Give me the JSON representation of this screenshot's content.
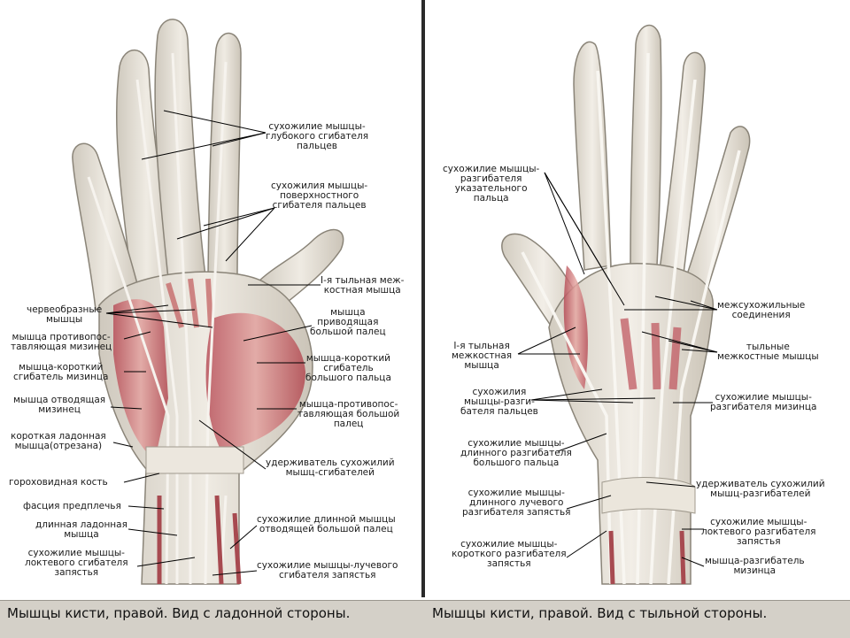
{
  "captions": {
    "left": "Мышцы кисти, правой. Вид с ладонной стороны.",
    "right": "Мышцы кисти, правой. Вид с тыльной стороны."
  },
  "palmar": {
    "labels": {
      "deep_flexor": "сухожилие мышцы-\nглубокого сгибателя\nпальцев",
      "superficial_flexor": "сухожилия мышцы-\nповерхностного\nсгибателя пальцев",
      "first_interosseous": "I-я тыльная меж-\nкостная мышца",
      "lumbricals": "червеобразные\nмышцы",
      "adductor_pollicis": "мышца\nприводящая\nбольшой палец",
      "opponens_digiti_minimi": "мышца противопос-\nтавляющая мизинец",
      "flexor_pollicis_brevis": "мышца-короткий\nсгибатель\nбольшого пальца",
      "flexor_digiti_minimi": "мышца-короткий\nсгибатель мизинца",
      "abductor_digiti_minimi": "мышца отводящая\nмизинец",
      "opponens_pollicis": "мышца-противопос-\nтавляющая большой\nпалец",
      "palmaris_brevis": "короткая ладонная\nмышца(отрезана)",
      "flexor_retinaculum": "удерживатель сухожилий\nмышц-сгибателей",
      "pisiform": "гороховидная кость",
      "forearm_fascia": "фасция предплечья",
      "palmaris_longus": "длинная ладонная\nмышца",
      "abductor_pollicis_longus": "сухожилие длинной мышцы\nотводящей большой палец",
      "flexor_carpi_ulnaris": "сухожилие мышцы-\nлоктевого сгибателя\nзапястья",
      "flexor_carpi_radialis": "сухожилие мышцы-лучевого\nсгибателя запястья"
    }
  },
  "dorsal": {
    "labels": {
      "extensor_indicis": "сухожилие мышцы-\nразгибателя\nуказательного\nпальца",
      "juncturae": "межсухожильные\nсоединения",
      "first_dorsal_interosseous": "I-я тыльная\nмежкостная\nмышца",
      "dorsal_interossei": "тыльные\nмежкостные мышцы",
      "extensor_digitorum": "сухожилия\nмышцы-разги-\nбателя пальцев",
      "extensor_digiti_minimi": "сухожилие мышцы-\nразгибателя мизинца",
      "extensor_pollicis_longus": "сухожилие мышцы-\nдлинного разгибателя\nбольшого пальца",
      "extensor_retinaculum": "удерживатель сухожилий\nмышц-разгибателей",
      "extensor_carpi_radialis_longus": "сухожилие мышцы-\nдлинного лучевого\nразгибателя запястья",
      "extensor_carpi_ulnaris": "сухожилие мышцы-\nлоктевого разгибателя\nзапястья",
      "extensor_carpi_radialis_brevis": "сухожилие мышцы-\nкороткого разгибателя\nзапястья",
      "extensor_digiti_minimi_muscle": "мышца-разгибатель\nмизинца"
    }
  }
}
